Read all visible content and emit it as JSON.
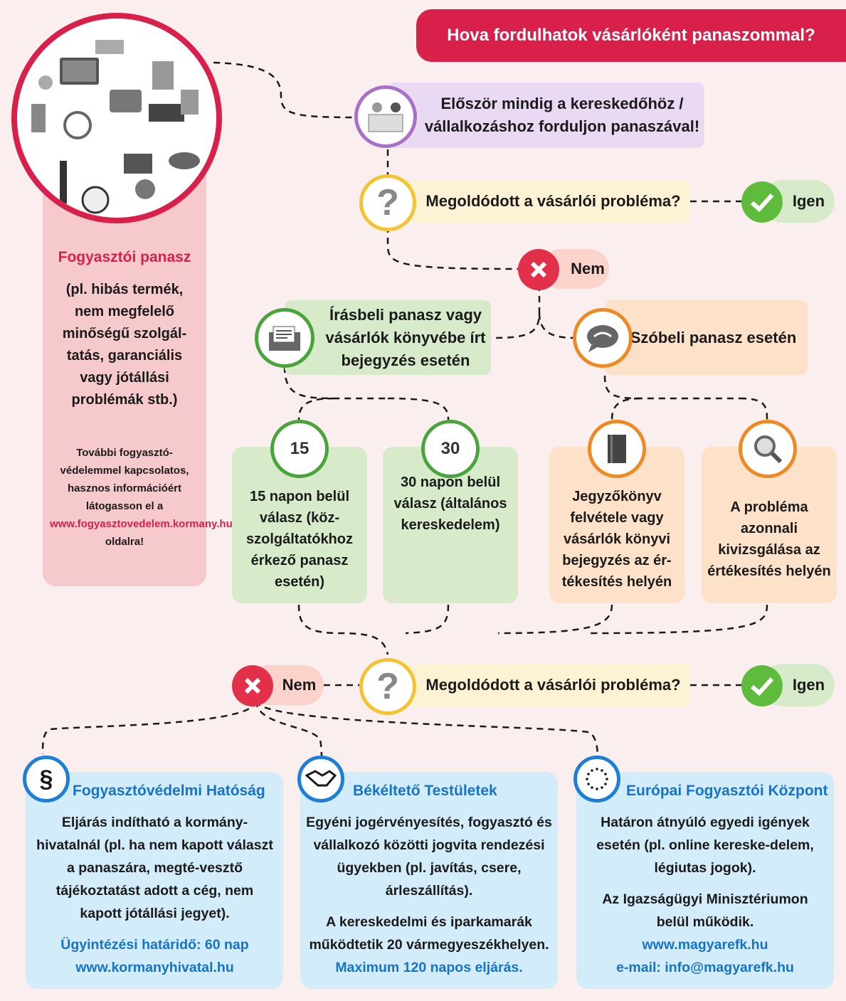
{
  "title": "Hova fordulhatok vásárlóként panaszommal?",
  "colors": {
    "accent_red": "#d8204a",
    "blue": "#1573c9",
    "green": "#5fbb3c"
  },
  "left_panel": {
    "heading": "Fogyasztói panasz",
    "description": "(pl. hibás termék, nem megfelelő minőségű szolgál-tatás, garanciális vagy jótállási problémák stb.)",
    "more_info": "További fogyasztó-védelemmel kapcsolatos, hasznos információért látogasson el a",
    "link": "www.fogyasztovedelem.kormany.hu",
    "more_info_end": "oldalra!"
  },
  "step1": {
    "text": "Először mindig a kereskedőhöz / vállalkozáshoz forduljon panaszával!",
    "icon": "merchant-icon"
  },
  "question1": {
    "text": "Megoldódott a vásárlói probléma?",
    "yes": "Igen",
    "no": "Nem"
  },
  "written": {
    "text": "Írásbeli panasz vagy vásárlók könyvébe írt bejegyzés esetén",
    "icon": "envelope-icon"
  },
  "oral": {
    "text": "Szóbeli panasz esetén",
    "icon": "speech-bubble-icon"
  },
  "options": [
    {
      "text": "15 napon belül válasz (köz-szolgáltatókhoz érkező panasz esetén)",
      "icon_label": "15"
    },
    {
      "text": "30 napon belül válasz (általános kereskedelem)",
      "icon_label": "30"
    },
    {
      "text": "Jegyzőkönyv felvétele vagy vásárlók könyvi bejegyzés az ér-tékesítés helyén",
      "icon": "book-icon"
    },
    {
      "text": "A probléma azonnali kivizsgálása az értékesítés helyén",
      "icon": "magnifier-icon"
    }
  ],
  "question2": {
    "text": "Megoldódott a vásárlói probléma?",
    "yes": "Igen",
    "no": "Nem"
  },
  "bottom": [
    {
      "title": "Fogyasztóvédelmi Hatóság",
      "icon": "paragraph-icon",
      "body": "Eljárás indítható a kormány-hivatalnál (pl. ha nem kapott választ a panaszára, megté-vesztő tájékoztatást adott a cég, nem kapott jótállási jegyet).",
      "deadline": "Ügyintézési határidő: 60 nap",
      "url": "www.kormanyhivatal.hu"
    },
    {
      "title": "Békéltető Testületek",
      "icon": "handshake-icon",
      "body": "Egyéni jogérvényesítés, fogyasztó és vállalkozó közötti jogvita rendezési ügyekben (pl. javítás, csere, árleszállítás).",
      "body2": "A kereskedelmi és iparkamarák működtetik 20 vármegyeszékhelyen.",
      "highlight": "Maximum 120 napos eljárás."
    },
    {
      "title": "Európai Fogyasztói Központ",
      "icon": "eu-stars-icon",
      "body": "Határon átnyúló egyedi igények esetén (pl. online kereske-delem, légiutas jogok).",
      "body2": "Az Igazságügyi Minisztériumon belül működik.",
      "url": "www.magyarefk.hu",
      "email": "e-mail: info@magyarefk.hu"
    }
  ]
}
